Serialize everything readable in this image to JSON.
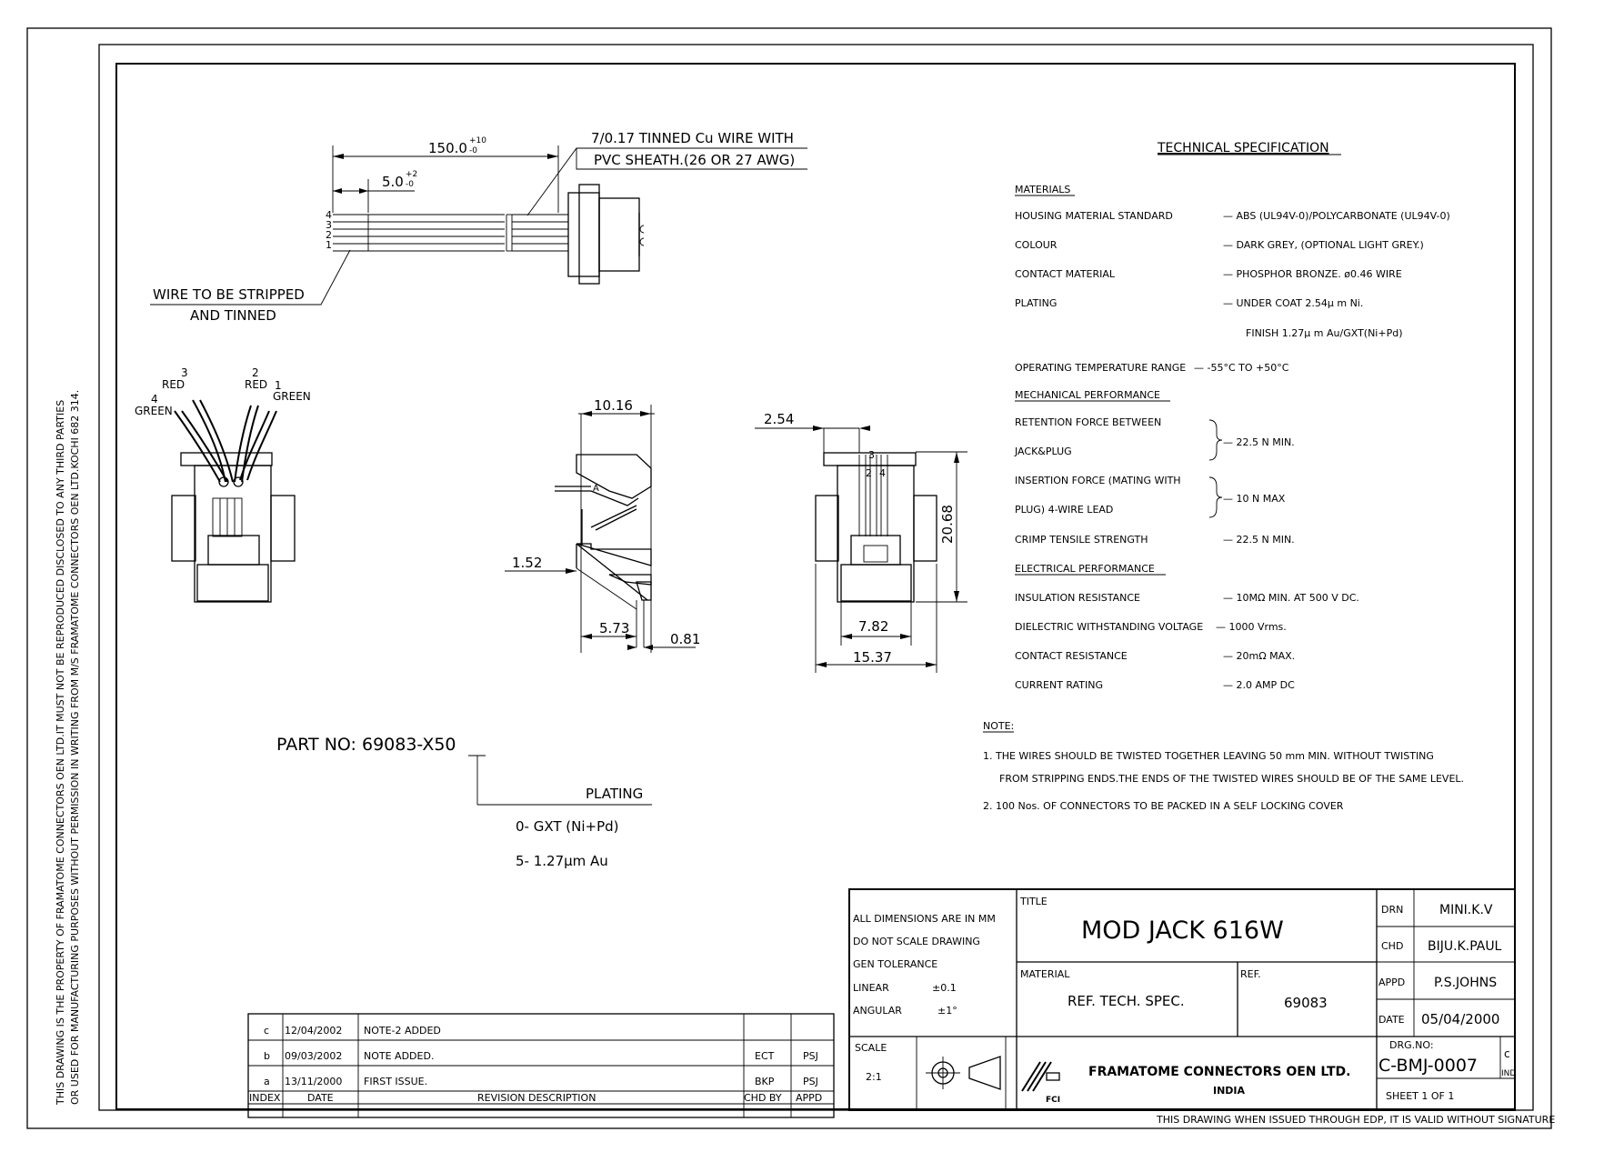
{
  "side_note": {
    "line1": "THIS DRAWING IS THE PROPERTY OF FRAMATOME CONNECTORS OEN LTD.IT MUST NOT BE REPRODUCED DISCLOSED TO ANY THIRD PARTIES",
    "line2": "OR USED FOR MANUFACTURING PURPOSES WITHOUT PERMISSION IN WRITING FROM M/S FRAMATOME  CONNECTORS OEN LTD.KOCHI 682 314."
  },
  "wire_view": {
    "dim_total": "150.0",
    "dim_total_tol_plus": "+10",
    "dim_total_tol_minus": "-0",
    "dim_strip": "5.0",
    "dim_strip_tol_plus": "+2",
    "dim_strip_tol_minus": "-0",
    "wire_spec_line1": "7/0.17 TINNED Cu WIRE WITH",
    "wire_spec_line2": "PVC SHEATH.(26 OR 27 AWG)",
    "strip_note_line1": "WIRE TO BE STRIPPED",
    "strip_note_line2": "AND TINNED",
    "wire_numbers": [
      "4",
      "3",
      "2",
      "1"
    ]
  },
  "front_view": {
    "wire_labels": [
      {
        "num": "3",
        "color": "RED"
      },
      {
        "num": "2",
        "color": "RED"
      },
      {
        "num": "1",
        "color": "GREEN"
      },
      {
        "num": "4",
        "color": "GREEN"
      }
    ]
  },
  "section_view": {
    "dim_width": "10.16",
    "dim_pin_offset": "1.52",
    "dim_depth": "5.73",
    "dim_thickness": "0.81",
    "marker": "A"
  },
  "side_view": {
    "dim_offset": "2.54",
    "dim_height": "20.68",
    "dim_inner": "7.82",
    "dim_outer": "15.37",
    "pin_labels": [
      "3",
      "2",
      "4"
    ]
  },
  "part_number": {
    "label": "PART NO: 69083-X50",
    "plating_label": "PLATING",
    "option_0": "0- GXT (Ni+Pd)",
    "option_5": "5- 1.27μm Au"
  },
  "tech_spec": {
    "title": "TECHNICAL SPECIFICATION",
    "materials_heading": "MATERIALS",
    "rows": [
      {
        "label": "HOUSING MATERIAL STANDARD",
        "value": "—  ABS (UL94V-0)/POLYCARBONATE (UL94V-0)"
      },
      {
        "label": "COLOUR",
        "value": "—  DARK GREY, (OPTIONAL LIGHT GREY.)"
      },
      {
        "label": "CONTACT MATERIAL",
        "value": "—  PHOSPHOR BRONZE. ø0.46 WIRE"
      },
      {
        "label": "PLATING",
        "value": "—  UNDER COAT 2.54μ m Ni."
      },
      {
        "label": "",
        "value": "FINISH 1.27μ m Au/GXT(Ni+Pd)"
      },
      {
        "label": "OPERATING TEMPERATURE RANGE",
        "value": "—  -55°C TO +50°C"
      }
    ],
    "mechanical_heading": "MECHANICAL PERFORMANCE",
    "mech_rows": [
      {
        "label1": "RETENTION FORCE BETWEEN",
        "label2": "JACK&PLUG",
        "value": "—  22.5 N MIN."
      },
      {
        "label1": "INSERTION FORCE (MATING WITH",
        "label2": "PLUG) 4-WIRE LEAD",
        "value": "—  10 N MAX"
      },
      {
        "label1": "CRIMP TENSILE STRENGTH",
        "label2": "",
        "value": "—  22.5 N MIN."
      }
    ],
    "electrical_heading": "ELECTRICAL PERFORMANCE",
    "elec_rows": [
      {
        "label": "INSULATION RESISTANCE",
        "value": "—  10MΩ MIN. AT 500 V DC."
      },
      {
        "label": "DIELECTRIC WITHSTANDING VOLTAGE",
        "value": "—  1000 Vrms."
      },
      {
        "label": "CONTACT RESISTANCE",
        "value": "—  20mΩ MAX."
      },
      {
        "label": "CURRENT RATING",
        "value": "—  2.0 AMP DC"
      }
    ]
  },
  "notes": {
    "heading": "NOTE:",
    "note1_line1": "1. THE WIRES SHOULD BE TWISTED TOGETHER LEAVING 50 mm MIN. WITHOUT TWISTING",
    "note1_line2": "FROM STRIPPING ENDS.THE ENDS OF THE TWISTED WIRES SHOULD BE OF THE SAME LEVEL.",
    "note2": "2. 100 Nos. OF CONNECTORS TO BE PACKED IN A SELF LOCKING COVER"
  },
  "revisions": {
    "rows": [
      {
        "index": "c",
        "date": "12/04/2002",
        "desc": "NOTE-2 ADDED",
        "chd": "",
        "appd": ""
      },
      {
        "index": "b",
        "date": "09/03/2002",
        "desc": "NOTE ADDED.",
        "chd": "ECT",
        "appd": "PSJ"
      },
      {
        "index": "a",
        "date": "13/11/2000",
        "desc": "FIRST ISSUE.",
        "chd": "BKP",
        "appd": "PSJ"
      }
    ],
    "headers": {
      "index": "INDEX",
      "date": "DATE",
      "desc": "REVISION DESCRIPTION",
      "chd": "CHD BY",
      "appd": "APPD"
    }
  },
  "title_block": {
    "general_line1": "ALL DIMENSIONS ARE IN MM",
    "general_line2": "DO NOT SCALE DRAWING",
    "gen_tol": "GEN TOLERANCE",
    "linear_label": "LINEAR",
    "linear_value": "±0.1",
    "angular_label": "ANGULAR",
    "angular_value": "±1°",
    "title_label": "TITLE",
    "title": "MOD JACK 616W",
    "material_label": "MATERIAL",
    "material": "REF. TECH. SPEC.",
    "ref_label": "REF.",
    "ref": "69083",
    "scale_label": "SCALE",
    "scale": "2:1",
    "company": "FRAMATOME CONNECTORS OEN LTD.",
    "country": "INDIA",
    "logo_text": "FCI",
    "drn_label": "DRN",
    "drn": "MINI.K.V",
    "chd_label": "CHD",
    "chd": "BIJU.K.PAUL",
    "appd_label": "APPD",
    "appd": "P.S.JOHNS",
    "date_label": "DATE",
    "date": "05/04/2000",
    "drg_label": "DRG.NO:",
    "drg": "C-BMJ-0007",
    "rev": "c",
    "ind_label": "IND",
    "sheet": "SHEET  1  OF  1",
    "edp_note": "THIS DRAWING WHEN ISSUED THROUGH EDP, IT IS VALID WITHOUT SIGNATURE"
  }
}
